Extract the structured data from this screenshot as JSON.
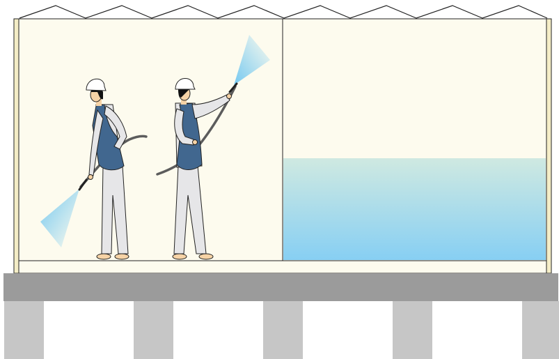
{
  "scene": {
    "left_chamber": "cleaning-in-progress",
    "right_chamber": "filled-with-water"
  },
  "colors": {
    "background": "#ffffff",
    "wall_fill": "#fdfbee",
    "wall_post": "#f4edc6",
    "outline": "#222222",
    "water_top": "#cfe9e1",
    "water_bottom": "#87cff3",
    "slab": "#9b9b9b",
    "pillar": "#c6c6c6",
    "skin": "#f6d3a6",
    "hair": "#111111",
    "helmet": "#ffffff",
    "vest": "#41678f",
    "suit": "#e6e6e8",
    "hose": "#5c5c5c",
    "spray": "#6ec6f0"
  },
  "icons": {
    "worker": "worker-with-helmet-icon",
    "spray": "water-spray-icon"
  },
  "workers": [
    {
      "id": "worker-left",
      "pose": "spraying-down-left"
    },
    {
      "id": "worker-right",
      "pose": "spraying-up-right"
    }
  ]
}
